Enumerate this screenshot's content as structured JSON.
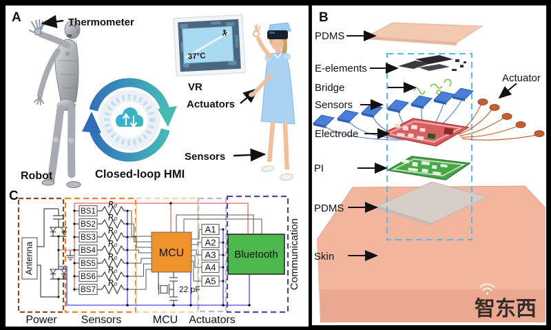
{
  "panel_a": {
    "label": "A",
    "thermometer": "Thermometer",
    "robot": "Robot",
    "closed_loop": "Closed-loop HMI",
    "vr": "VR",
    "actuators": "Actuators",
    "sensors": "Sensors",
    "screen_temperature": "37°C"
  },
  "panel_b": {
    "label": "B",
    "layers": [
      "PDMS",
      "E-elements",
      "Bridge",
      "Sensors",
      "Electrode",
      "PI",
      "PDMS",
      "Skin"
    ],
    "actuator": "Actuator"
  },
  "panel_c": {
    "label": "C",
    "antenna": "Antenna",
    "mcu_chip": "MCU",
    "bluetooth": "Bluetooth",
    "capacitor": "22 pF",
    "resistor": "R₀",
    "sensor_channels": [
      "BS1",
      "BS2",
      "BS3",
      "BS4",
      "BS5",
      "BS6",
      "BS7"
    ],
    "actuator_channels": [
      "A1",
      "A2",
      "A3",
      "A4",
      "A5"
    ],
    "sections": {
      "power": "Power",
      "sensors": "Sensors",
      "mcu": "MCU",
      "actuators": "Actuators",
      "communication": "Communication"
    }
  },
  "watermark": "智东西",
  "colors": {
    "sensor_blue": "#4a7fd8",
    "electrode_red": "#d65f5f",
    "pi_green": "#4aa848",
    "bluetooth_green": "#4db84d",
    "mcu_orange": "#f0922b",
    "skin": "#f2b59e",
    "pdms": "#f2cab2",
    "actuator_orange": "#c35f33",
    "dashed_box_blue": "#55bbee",
    "power_brown": "#8a4b20",
    "sensors_box_orange": "#e2862c",
    "mcu_box_peach": "#f6d3a4",
    "actuators_box_lavender": "#b8b4e6",
    "communication_purple": "#4f46a0",
    "wire_red": "#ee6666",
    "wire_blue": "#4444ee",
    "temperature_red": "#e02020"
  }
}
